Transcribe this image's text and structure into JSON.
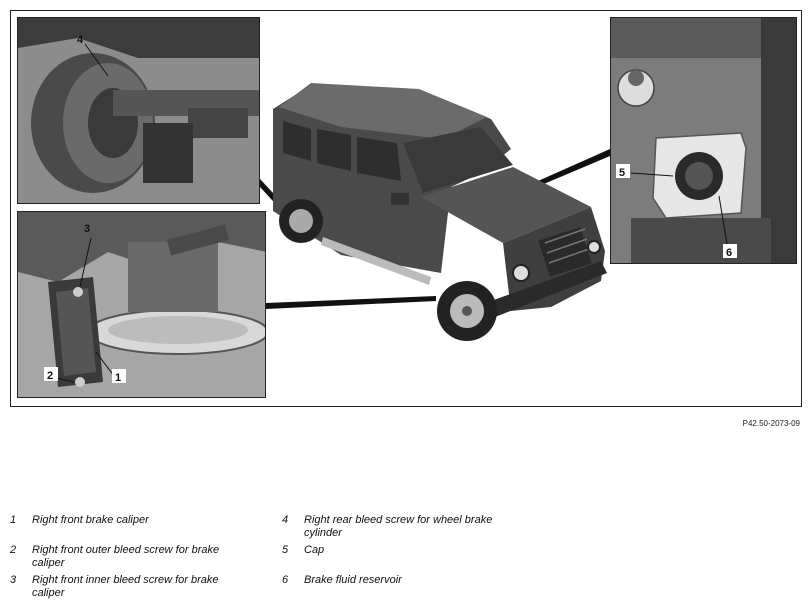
{
  "callouts": {
    "c1": "1",
    "c2": "2",
    "c3": "3",
    "c4": "4",
    "c5": "5",
    "c6": "6"
  },
  "reference_code": "P42.50-2073-09",
  "legend": [
    {
      "num": "1",
      "text": "Right front brake caliper"
    },
    {
      "num": "2",
      "text": "Right front outer bleed screw for brake caliper"
    },
    {
      "num": "3",
      "text": "Right front inner bleed screw for brake caliper"
    },
    {
      "num": "4",
      "text": "Right rear bleed screw for wheel brake cylinder"
    },
    {
      "num": "5",
      "text": "Cap"
    },
    {
      "num": "6",
      "text": "Brake fluid reservoir"
    }
  ]
}
